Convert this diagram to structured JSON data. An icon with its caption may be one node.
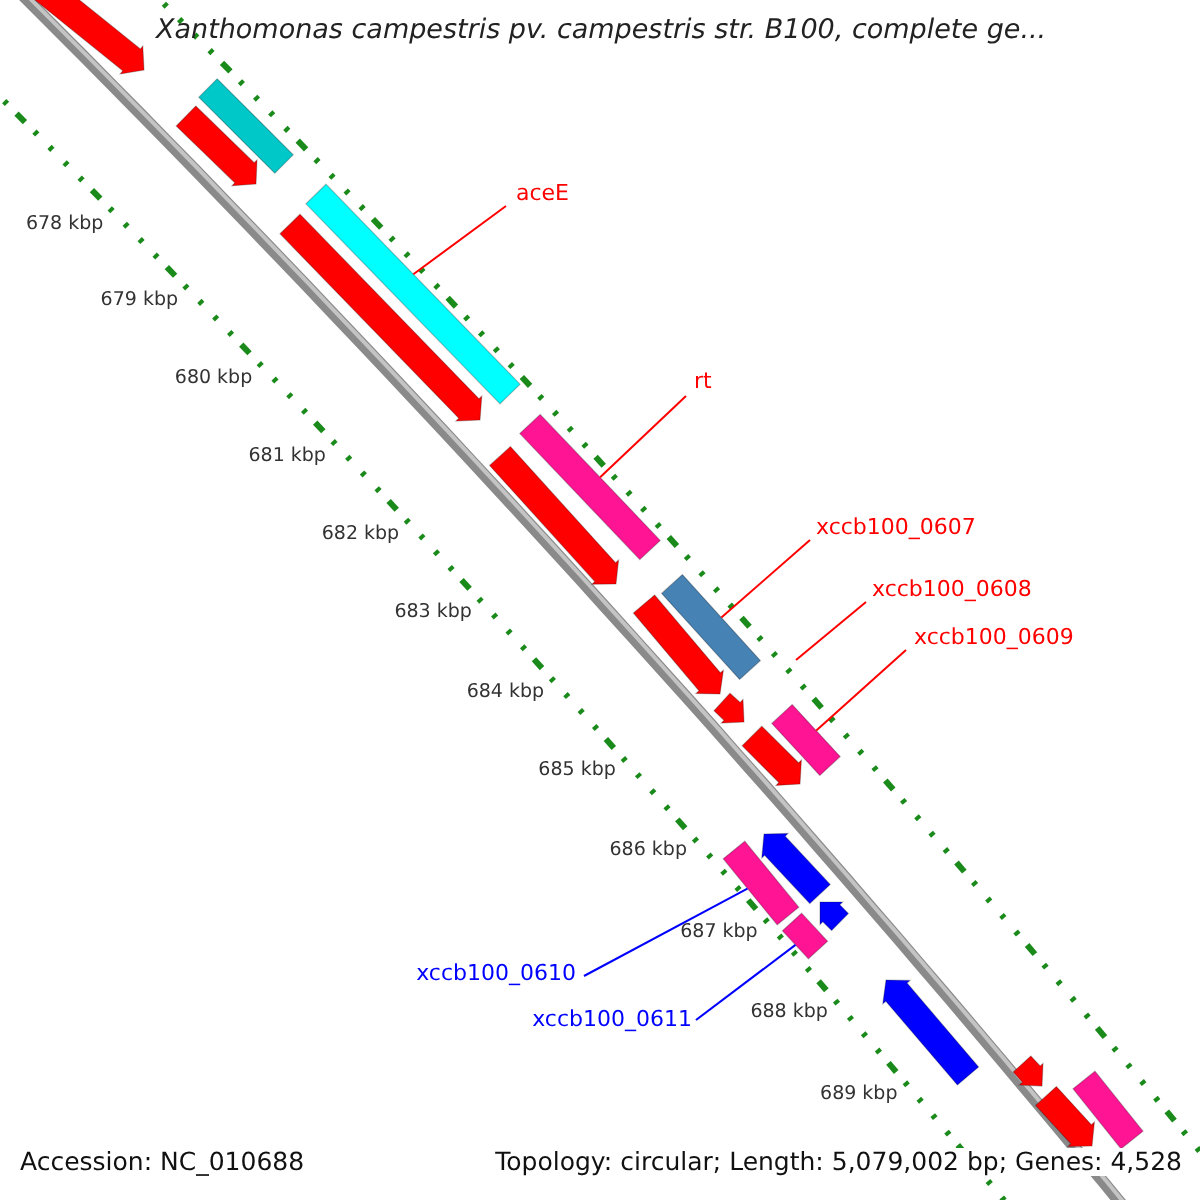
{
  "diagram": {
    "title": "Xanthomonas campestris pv. campestris str. B100, complete ge...",
    "nodes": [
      {
        "text": [
          "aceE"
        ]
      },
      {
        "text": [
          "rt"
        ]
      },
      {
        "text": [
          "xccb100_0607"
        ]
      },
      {
        "text": [
          "xccb100_0608"
        ]
      },
      {
        "text": [
          "xccb100_0609"
        ]
      },
      {
        "text": [
          "xccb100_0610"
        ]
      },
      {
        "text": [
          "xccb100_0611"
        ]
      },
      {
        "text": [],
        "shape": "arrow"
      },
      {
        "text": [],
        "shape": "bar"
      },
      {
        "text": [],
        "shape": "arrow"
      },
      {
        "text": [],
        "shape": "bar"
      },
      {
        "text": [],
        "shape": "arrow"
      },
      {
        "text": [],
        "shape": "bar"
      },
      {
        "text": [],
        "shape": "arrow"
      },
      {
        "text": [],
        "shape": "bar"
      },
      {
        "text": [],
        "shape": "arrow"
      },
      {
        "text": [],
        "shape": "arrow"
      },
      {
        "text": [],
        "shape": "bar"
      },
      {
        "text": [],
        "shape": "arrow"
      },
      {
        "text": [],
        "shape": "arrow"
      },
      {
        "text": [],
        "shape": "arrow"
      },
      {
        "text": [],
        "shape": "bar"
      },
      {
        "text": [],
        "shape": "bar"
      },
      {
        "text": [],
        "shape": "arrow"
      },
      {
        "text": [],
        "shape": "arrow"
      },
      {
        "text": [],
        "shape": "arrow"
      },
      {
        "text": [],
        "shape": "bar"
      }
    ],
    "edges": [
      {
        "from": 0,
        "to": 10,
        "arrow": "none"
      },
      {
        "from": 1,
        "to": 12,
        "arrow": "none"
      },
      {
        "from": 2,
        "to": 14,
        "arrow": "none"
      },
      {
        "from": 3,
        "to": null,
        "arrow": "none"
      },
      {
        "from": 4,
        "to": 17,
        "arrow": "none"
      },
      {
        "from": 5,
        "to": 21,
        "arrow": "none",
        "color": "#0000ff"
      },
      {
        "from": 6,
        "to": 22,
        "arrow": "none",
        "color": "#0000ff"
      }
    ],
    "labels": [
      "678 kbp",
      "679 kbp",
      "680 kbp",
      "681 kbp",
      "682 kbp",
      "683 kbp",
      "684 kbp",
      "685 kbp",
      "686 kbp",
      "687 kbp",
      "688 kbp",
      "689 kbp",
      "Accession: NC_010688",
      "Topology: circular; Length: 5,079,002 bp; Genes: 4,528"
    ]
  }
}
